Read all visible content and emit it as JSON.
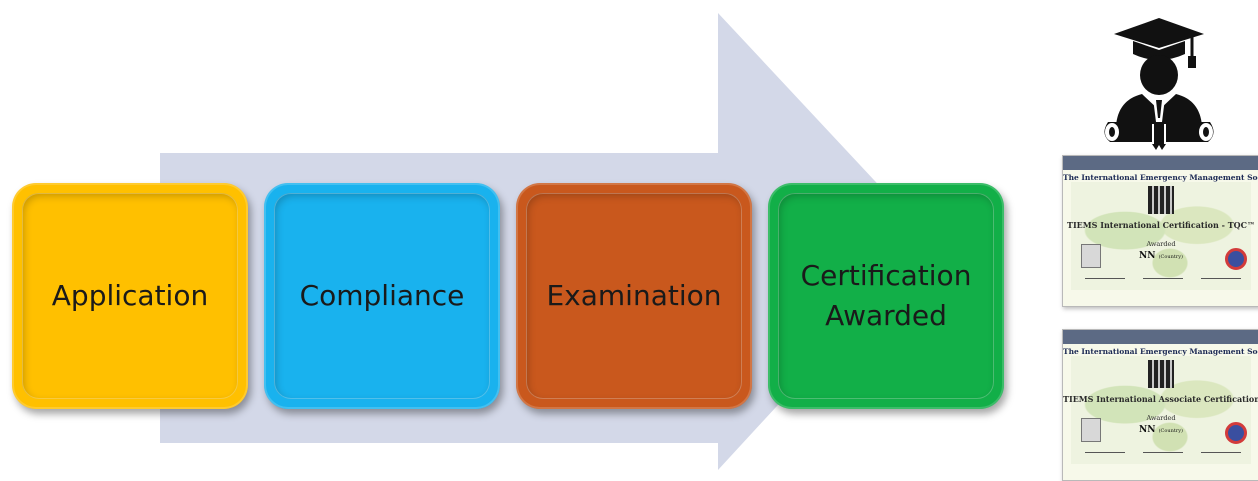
{
  "steps": [
    {
      "label": "Application",
      "color": "#FFC000"
    },
    {
      "label": "Compliance",
      "color": "#19B2EE"
    },
    {
      "label": "Examination",
      "color": "#C9581D"
    },
    {
      "label": "Certification\nAwarded",
      "color": "#12AF48"
    }
  ],
  "arrow_color": "#D3D8E8",
  "graduate_icon": "graduate-diploma-icon",
  "certificates": [
    {
      "society": "The International Emergency Management Society",
      "title": "TIEMS International Certification - TQC™",
      "awarded": "Awarded",
      "name": "NN",
      "country": "(Country)"
    },
    {
      "society": "The International Emergency Management Society",
      "title": "TIEMS International Associate Certification - TQAC™",
      "awarded": "Awarded",
      "name": "NN",
      "country": "(Country)"
    }
  ]
}
